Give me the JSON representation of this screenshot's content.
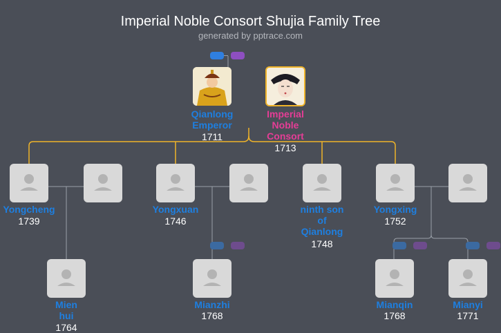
{
  "title": "Imperial Noble Consort Shujia Family Tree",
  "subtitle": "generated by pptrace.com",
  "persons": {
    "qianlong": {
      "name": [
        "Qianlong",
        "Emperor"
      ],
      "year": "1711"
    },
    "consort": {
      "name": [
        "Imperial",
        "Noble",
        "Consort"
      ],
      "year": "1713"
    },
    "yongcheng": {
      "name": [
        "Yongcheng"
      ],
      "year": "1739"
    },
    "yongxuan": {
      "name": [
        "Yongxuan"
      ],
      "year": "1746"
    },
    "ninth_son": {
      "name": [
        "ninth son",
        "of",
        "Qianlong"
      ],
      "year": "1748"
    },
    "yongxing": {
      "name": [
        "Yongxing"
      ],
      "year": "1752"
    },
    "mienhui": {
      "name": [
        "Mien",
        "hui"
      ],
      "year": "1764"
    },
    "mianzhi": {
      "name": [
        "Mianzhi"
      ],
      "year": "1768"
    },
    "mianqin": {
      "name": [
        "Mianqin"
      ],
      "year": "1768"
    },
    "mianyi": {
      "name": [
        "Mianyi"
      ],
      "year": "1771"
    }
  },
  "colors": {
    "background": "#4a4e57",
    "link_line_gold": "#f0b429",
    "link_line_grey": "#9aa0a8",
    "name_blue": "#1e7fe0",
    "name_pink": "#e63d96",
    "toggle_blue": "#2f7fe0",
    "toggle_purple": "#8e4fc1"
  },
  "icons": {
    "placeholder": "person-placeholder-icon",
    "emperor_portrait": "emperor-portrait-icon",
    "consort_portrait": "consort-portrait-icon"
  }
}
